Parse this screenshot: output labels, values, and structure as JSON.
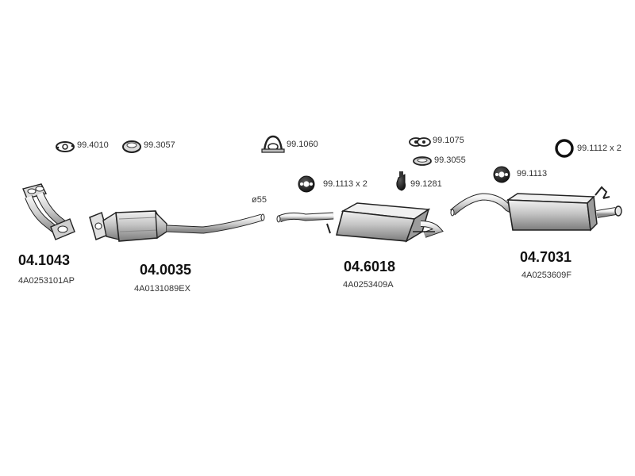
{
  "parts": [
    {
      "number": "04.1043",
      "oem": "4A0253101AP"
    },
    {
      "number": "04.0035",
      "oem": "4A0131089EX"
    },
    {
      "number": "04.6018",
      "oem": "4A0253409A"
    },
    {
      "number": "04.7031",
      "oem": "4A0253609F"
    }
  ],
  "fittings": [
    {
      "code": "99.4010",
      "icon": "gasket-oval-icon"
    },
    {
      "code": "99.3057",
      "icon": "ring-gasket-icon"
    },
    {
      "code": "99.1060",
      "icon": "clamp-icon"
    },
    {
      "code": "99.1075",
      "icon": "double-gasket-icon"
    },
    {
      "code": "99.3055",
      "icon": "flat-ring-icon"
    },
    {
      "code": "99.1112 x 2",
      "icon": "o-ring-icon"
    },
    {
      "code": "99.1113 x 2",
      "icon": "rubber-hanger-icon"
    },
    {
      "code": "99.1281",
      "icon": "mounting-bracket-icon"
    },
    {
      "code": "99.1113",
      "icon": "rubber-hanger-icon"
    }
  ],
  "pipe_diameter": "ø55",
  "colors": {
    "outline": "#333333",
    "fill_light": "#e8e8e8",
    "fill_mid": "#bdbdbd",
    "fill_dark": "#8a8a8a"
  }
}
